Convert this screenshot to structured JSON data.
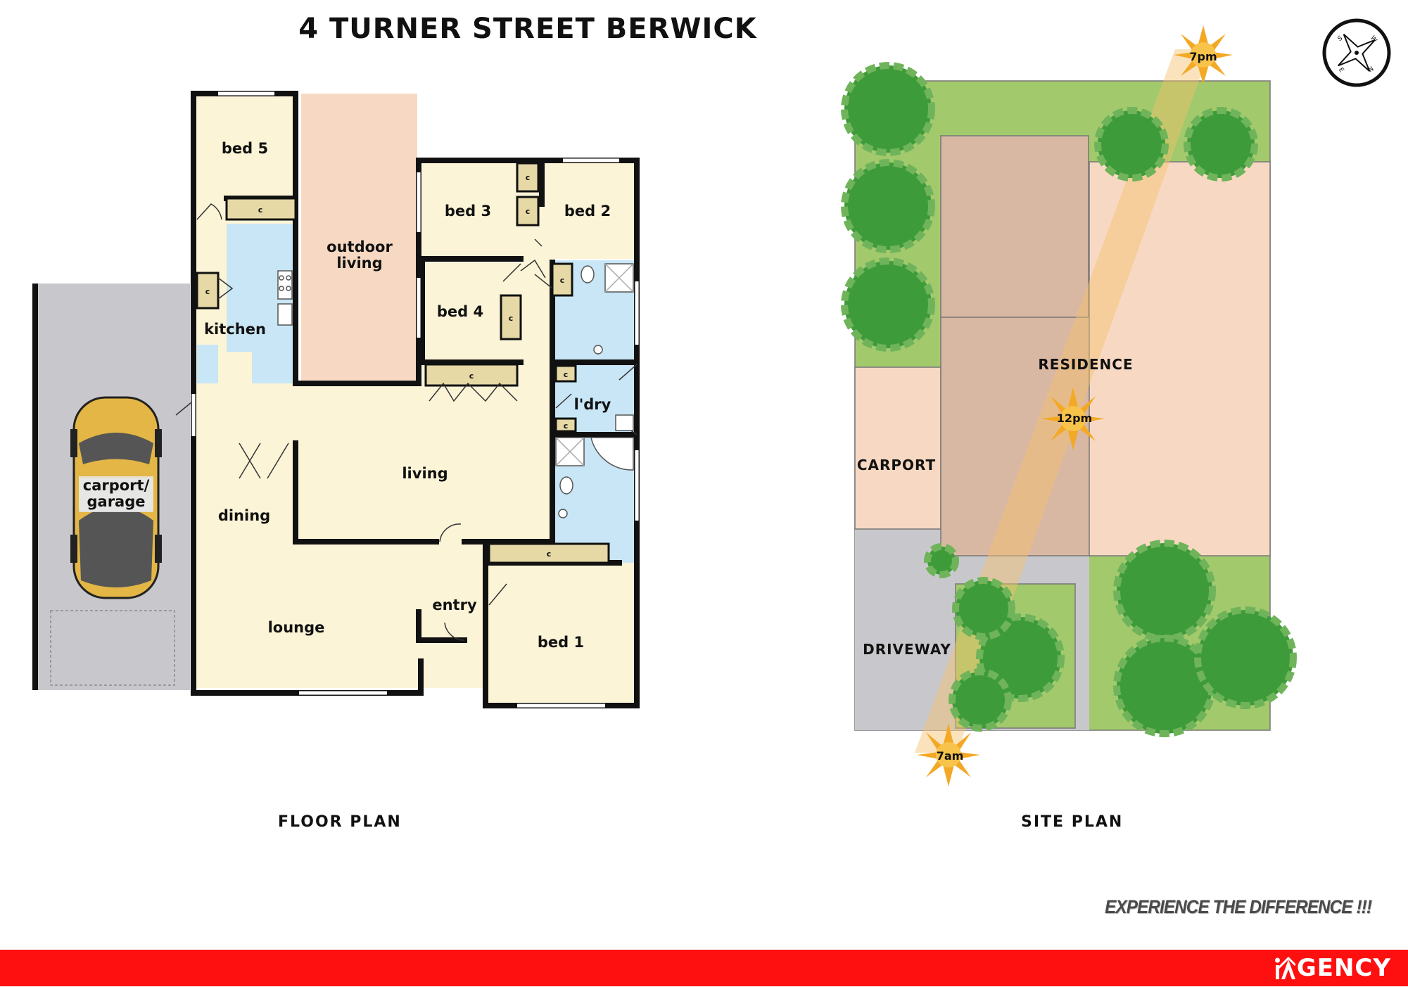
{
  "title": "4 TURNER STREET BERWICK",
  "floor_plan": {
    "label": "FLOOR PLAN",
    "rooms": {
      "bed5": "bed 5",
      "outdoor_line1": "outdoor",
      "outdoor_line2": "living",
      "bed3": "bed 3",
      "bed2": "bed 2",
      "bed4": "bed 4",
      "kitchen": "kitchen",
      "laundry": "l'dry",
      "living": "living",
      "dining": "dining",
      "carport_line1": "carport/",
      "carport_line2": "garage",
      "lounge": "lounge",
      "entry": "entry",
      "bed1": "bed 1"
    },
    "cupboard_label": "c"
  },
  "site_plan": {
    "label": "SITE PLAN",
    "residence": "RESIDENCE",
    "carport": "CARPORT",
    "driveway": "DRIVEWAY",
    "sun_7pm": "7pm",
    "sun_12pm": "12pm",
    "sun_7am": "7am",
    "compass": {
      "n": "N",
      "s": "S",
      "e": "E",
      "w": "W"
    }
  },
  "tagline": "EXPERIENCE THE DIFFERENCE !!!",
  "brand": {
    "name": "GENCY",
    "color": "#ff1010"
  },
  "colors": {
    "room": "#fbf4d7",
    "wet": "#c8e6f5",
    "outdoor": "#f7d9c3",
    "carport_floor": "#c8c8cc",
    "lawn": "#a3c96d",
    "residence_roof": "#d9b8a3",
    "tree": "#3e9b3a"
  }
}
